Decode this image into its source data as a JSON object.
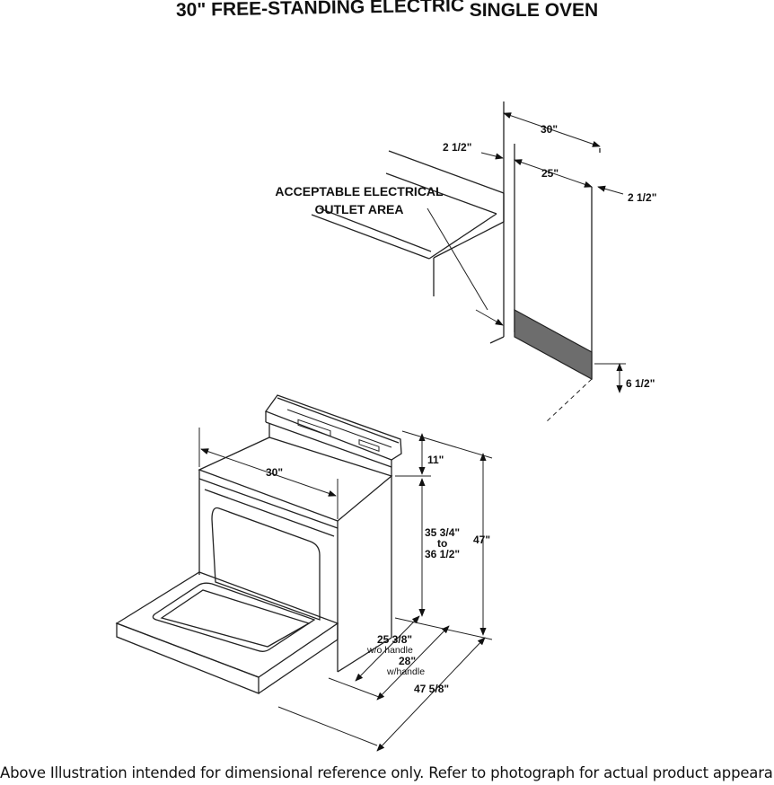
{
  "title": {
    "part1": "30\" FREE-STANDING ELECTRIC",
    "part2": "SINGLE OVEN"
  },
  "outlet_diagram": {
    "label_line1": "ACCEPTABLE ELECTRICAL",
    "label_line2": "OUTLET AREA",
    "dim_total_width": "30\"",
    "dim_outlet_width": "25\"",
    "dim_left_margin": "2 1/2\"",
    "dim_right_margin": "2 1/2\"",
    "dim_outlet_height": "6 1/2\""
  },
  "range_diagram": {
    "dim_width": "30\"",
    "dim_backguard": "11\"",
    "dim_cooktop_height_1": "35 3/4\"",
    "dim_cooktop_height_2": "to",
    "dim_cooktop_height_3": "36 1/2\"",
    "dim_total_height": "47\"",
    "dim_depth_no_handle": "25 3/8\"",
    "dim_depth_no_handle_note": "w/o handle",
    "dim_depth_handle": "28\"",
    "dim_depth_handle_note": "w/handle",
    "dim_depth_door_open": "47 5/8\""
  },
  "colors": {
    "outlet_area_fill": "#6d6d6d",
    "line_color": "#222222"
  },
  "footer": "Above Illustration intended for dimensional reference only. Refer to photograph for actual product appearance."
}
